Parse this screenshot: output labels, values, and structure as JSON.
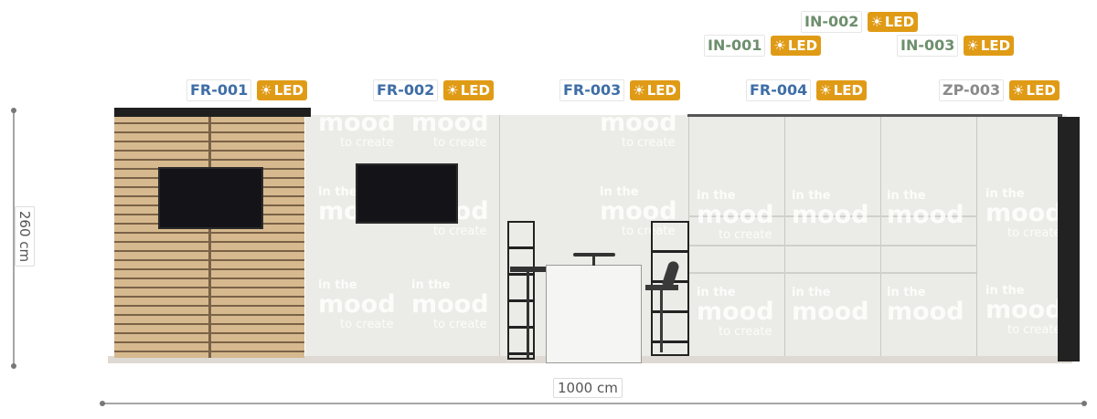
{
  "dimensions": {
    "height_label": "260 cm",
    "width_label": "1000 cm"
  },
  "colors": {
    "led_bg": "#e09b16",
    "fr_code": "#3f6ea6",
    "in_code": "#6e8f6e",
    "zp_code": "#8a8a8a",
    "wall": "#ebebe7",
    "wood": "#d2b48a"
  },
  "led_icon": "sun-icon",
  "tags": [
    {
      "code": "FR-001",
      "led": "LED",
      "kind": "fr"
    },
    {
      "code": "FR-002",
      "led": "LED",
      "kind": "fr"
    },
    {
      "code": "FR-003",
      "led": "LED",
      "kind": "fr"
    },
    {
      "code": "FR-004",
      "led": "LED",
      "kind": "fr"
    },
    {
      "code": "ZP-003",
      "led": "LED",
      "kind": "zp"
    },
    {
      "code": "IN-001",
      "led": "LED",
      "kind": "in"
    },
    {
      "code": "IN-002",
      "led": "LED",
      "kind": "in"
    },
    {
      "code": "IN-003",
      "led": "LED",
      "kind": "in"
    }
  ],
  "watermark": {
    "line1": "in the",
    "line2": "mood",
    "line3": "to create"
  }
}
